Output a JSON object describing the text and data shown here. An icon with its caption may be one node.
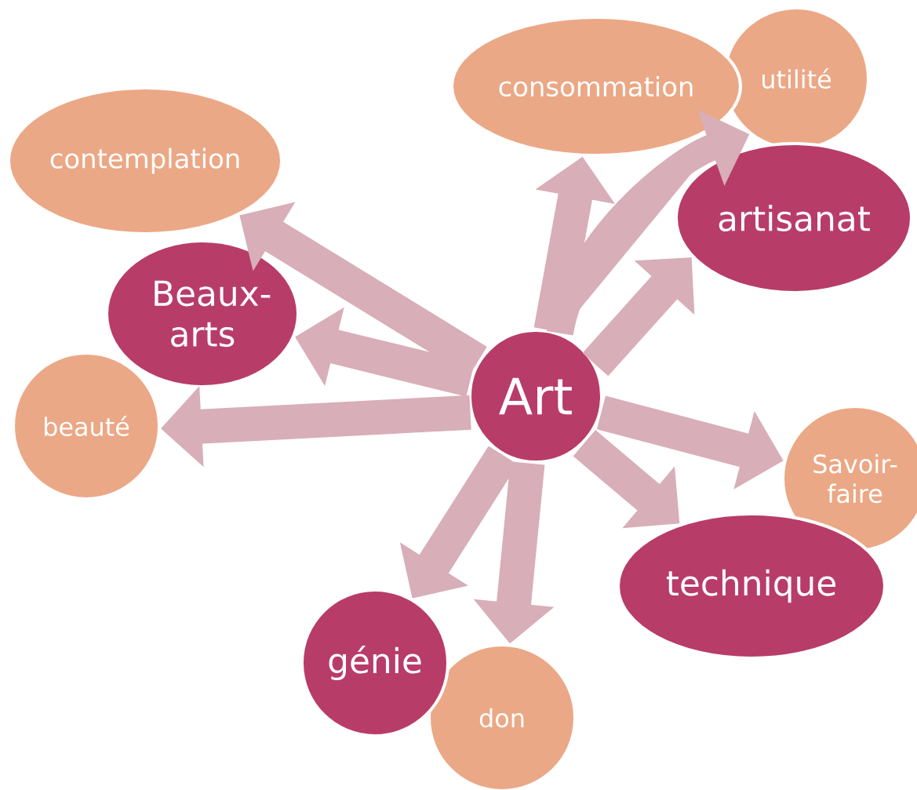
{
  "diagram": {
    "nodes": [
      {
        "text": [
          "contemplation"
        ]
      },
      {
        "text": [
          "consommation"
        ]
      },
      {
        "text": [
          "utilité"
        ]
      },
      {
        "text": [
          "artisanat"
        ]
      },
      {
        "text": [
          "Beaux-arts"
        ]
      },
      {
        "text": [
          "Art"
        ]
      },
      {
        "text": [
          "beauté"
        ]
      },
      {
        "text": [
          "Savoir-faire"
        ]
      },
      {
        "text": [
          "technique"
        ]
      },
      {
        "text": [
          "génie"
        ]
      },
      {
        "text": [
          "don"
        ]
      }
    ],
    "edges": [
      {
        "from": 5,
        "to": 0,
        "arrow": "to"
      },
      {
        "from": 5,
        "to": 4,
        "arrow": "to"
      },
      {
        "from": 5,
        "to": 6,
        "arrow": "to"
      },
      {
        "from": 5,
        "to": 1,
        "arrow": "to"
      },
      {
        "from": 5,
        "to": 2,
        "arrow": "to"
      },
      {
        "from": 5,
        "to": 3,
        "arrow": "to"
      },
      {
        "from": 5,
        "to": 7,
        "arrow": "to"
      },
      {
        "from": 5,
        "to": 8,
        "arrow": "to"
      },
      {
        "from": 5,
        "to": 9,
        "arrow": "to"
      },
      {
        "from": 5,
        "to": 10,
        "arrow": "to"
      }
    ]
  }
}
